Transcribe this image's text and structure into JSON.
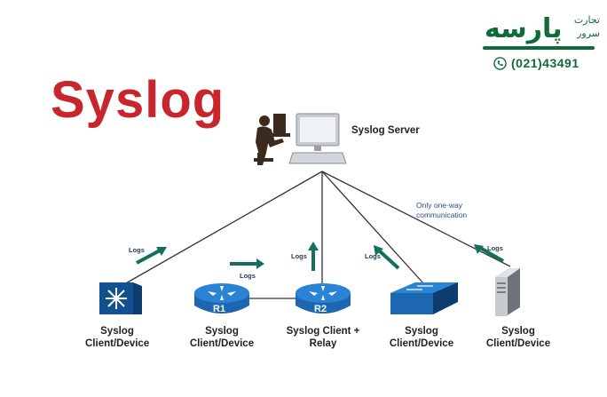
{
  "title": "Syslog",
  "brand": {
    "name": "پارسه",
    "line1": "تجارت",
    "line2": "سرور",
    "phone": "(021)43491"
  },
  "server_label": "Syslog Server",
  "note": [
    "Only one-way",
    "communication"
  ],
  "logs_label": "Logs",
  "router_r1": "R1",
  "router_r2": "R2",
  "devices": [
    {
      "line1": "Syslog",
      "line2": "Client/Device"
    },
    {
      "line1": "Syslog",
      "line2": "Client/Device"
    },
    {
      "line1": "Syslog Client +",
      "line2": "Relay"
    },
    {
      "line1": "Syslog",
      "line2": "Client/Device"
    },
    {
      "line1": "Syslog",
      "line2": "Client/Device"
    }
  ]
}
